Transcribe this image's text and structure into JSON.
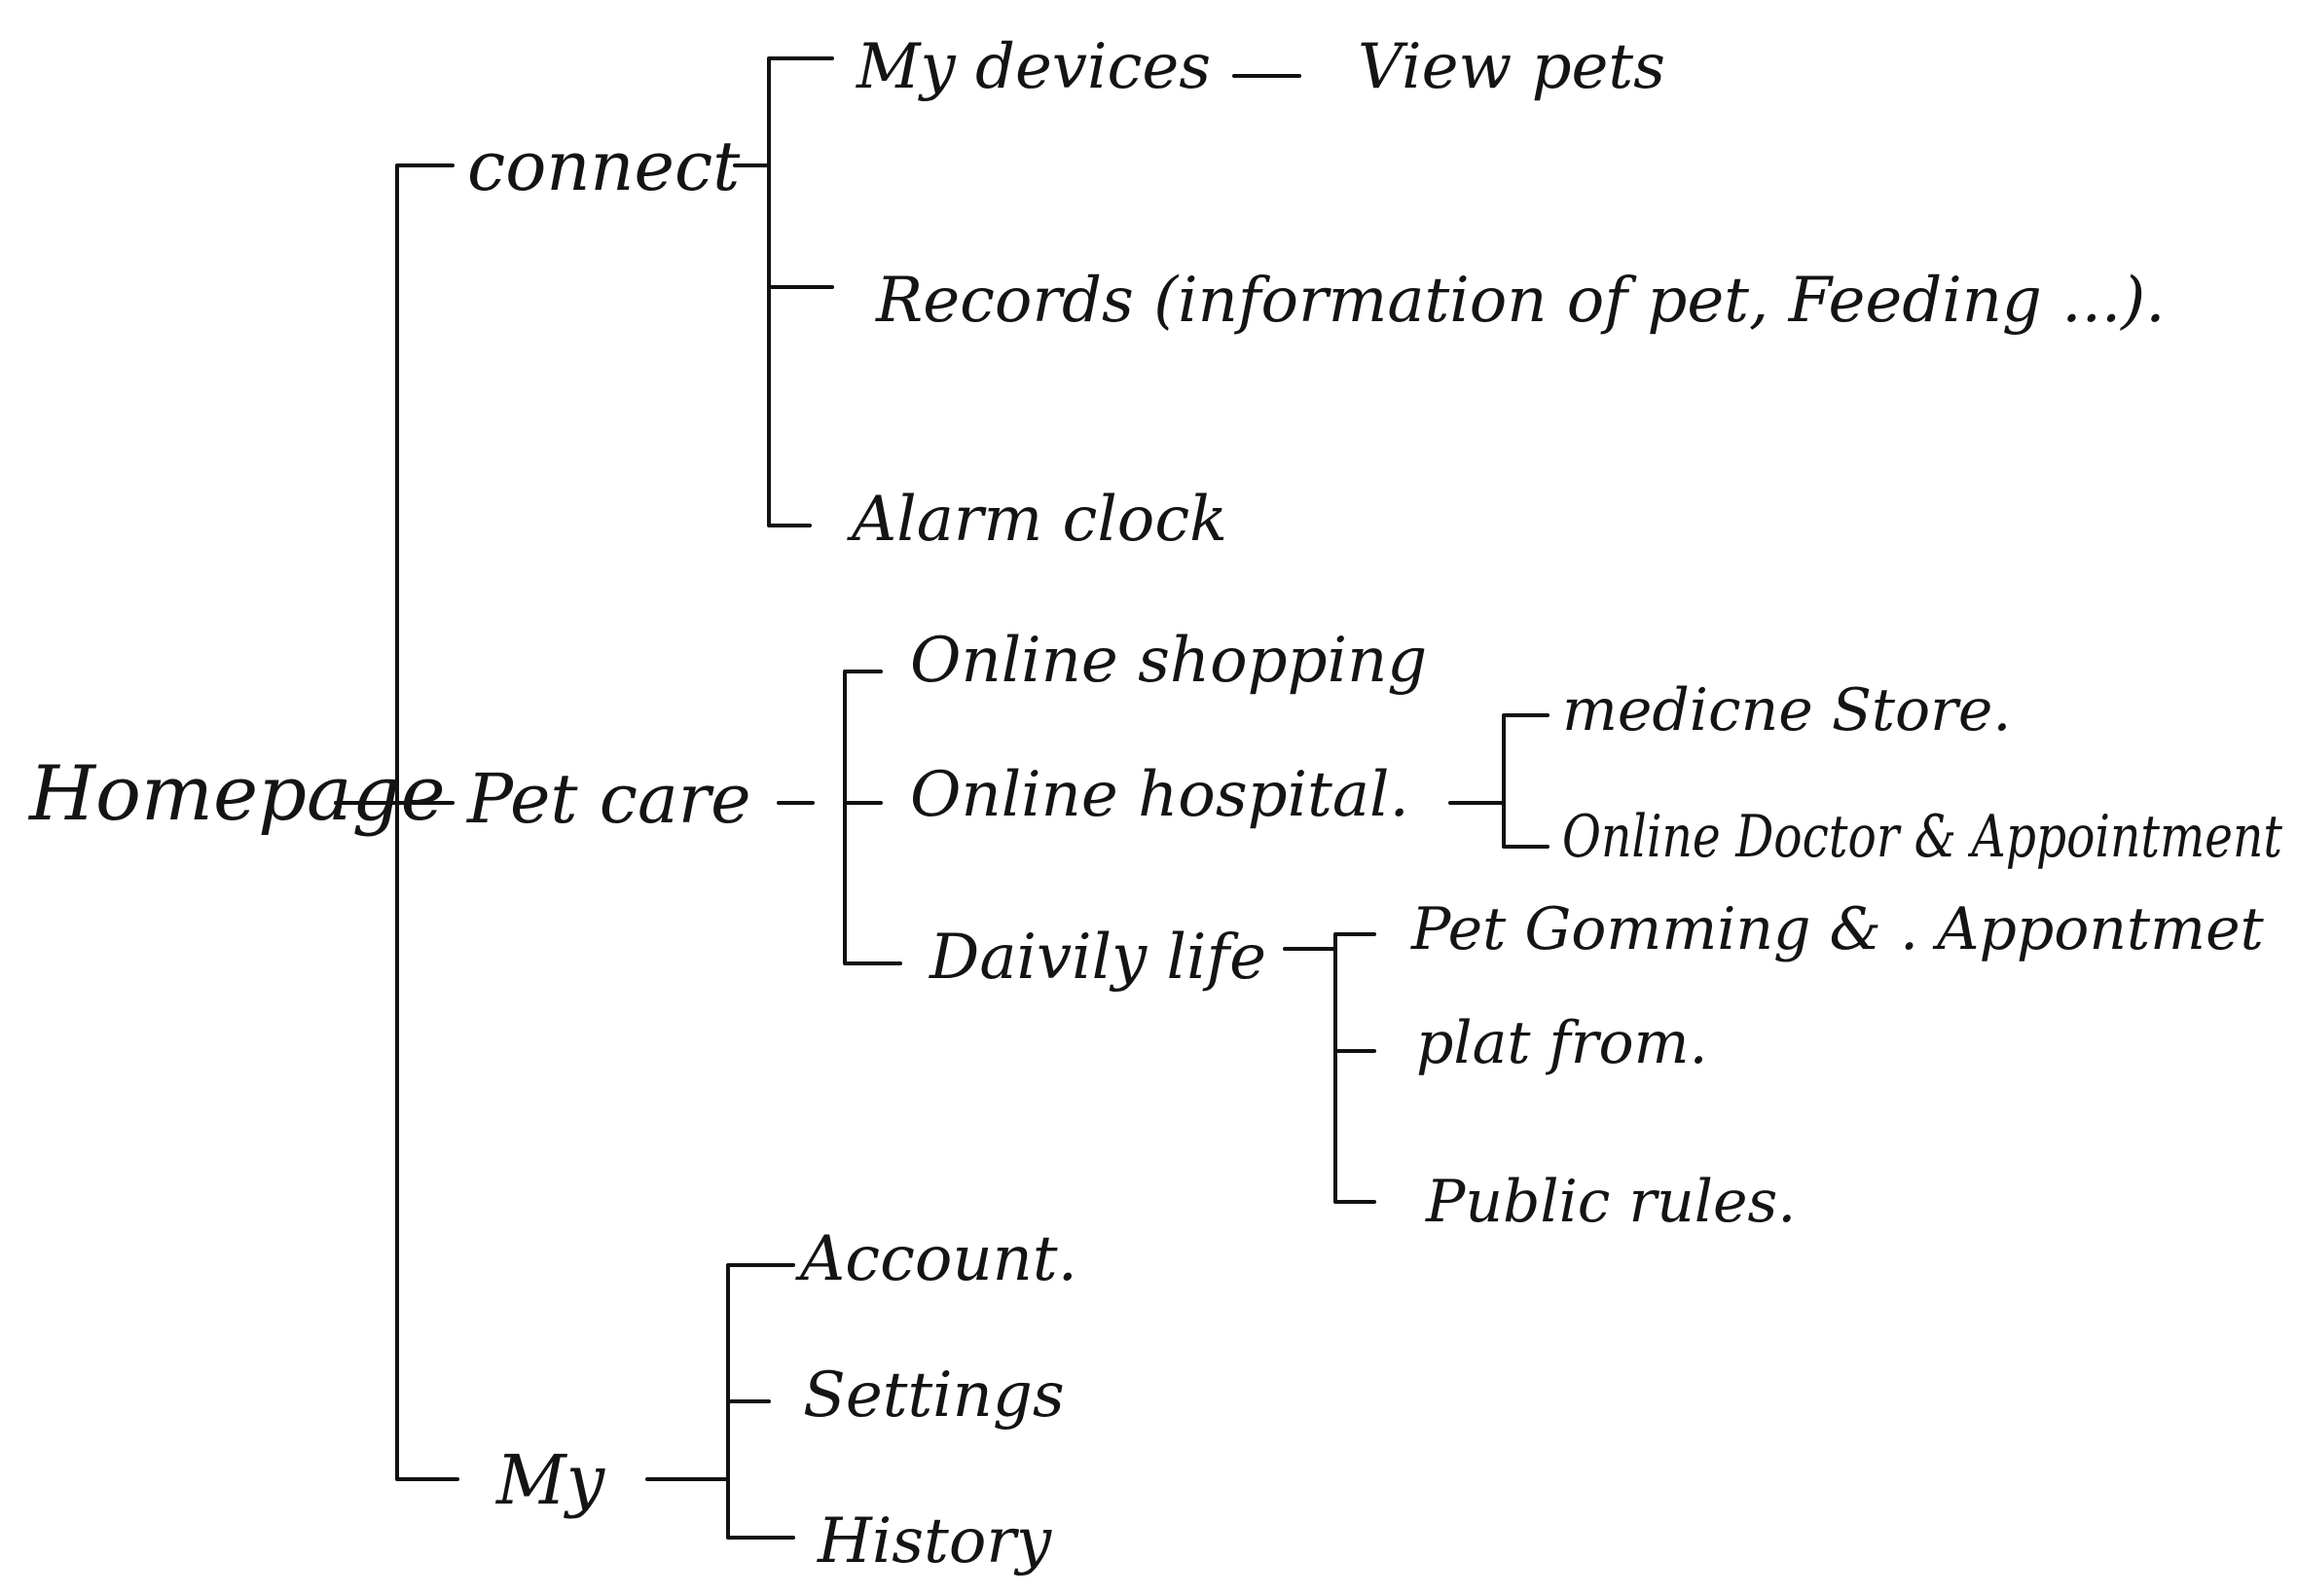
{
  "diagram": {
    "root": "Homepage",
    "connect": {
      "label": "connect",
      "my_devices": "My devices",
      "view_pets": "View pets",
      "records": "Records (information of pet, Feeding ...).",
      "alarm_clock": "Alarm clock"
    },
    "pet_care": {
      "label": "Pet care",
      "online_shopping": "Online shopping",
      "online_hospital": "Online hospital.",
      "medicine_store": "medicne Store.",
      "online_doctor": "Online Doctor & Appointment",
      "daily_life": "Daivily life",
      "pet_grooming": "Pet Gomming & . Appontmet",
      "platform": "plat from.",
      "public_rules": "Public rules."
    },
    "my": {
      "label": "My",
      "account": "Account.",
      "settings": "Settings",
      "history": "History"
    }
  }
}
